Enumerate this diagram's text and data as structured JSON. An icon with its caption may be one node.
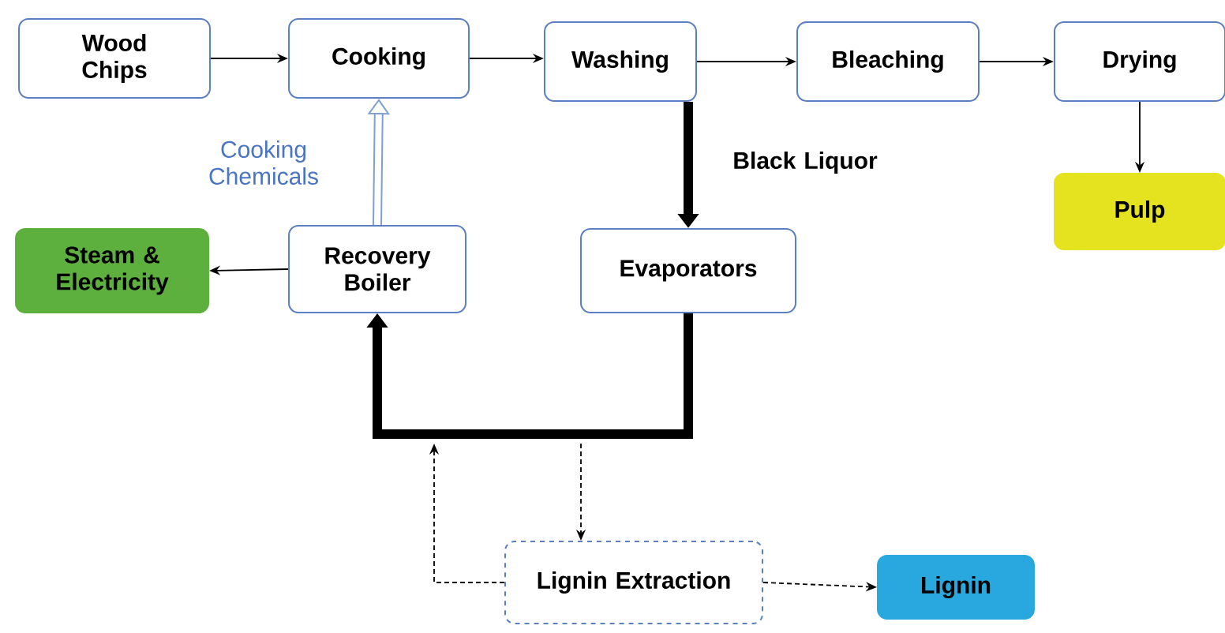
{
  "diagram": {
    "nodes": [
      {
        "text": [
          "Wood Chips"
        ]
      },
      {
        "text": [
          "Cooking"
        ]
      },
      {
        "text": [
          "Washing"
        ]
      },
      {
        "text": [
          "Bleaching"
        ]
      },
      {
        "text": [
          "Drying"
        ]
      },
      {
        "text": [
          "Pulp"
        ]
      },
      {
        "text": [
          "Steam & Electricity"
        ]
      },
      {
        "text": [
          "Recovery Boiler"
        ]
      },
      {
        "text": [
          "Evaporators"
        ]
      },
      {
        "text": [
          "Lignin Extraction"
        ]
      },
      {
        "text": [
          "Lignin"
        ]
      }
    ],
    "edges": [
      {
        "from": 0,
        "to": 1,
        "arrow": "to"
      },
      {
        "from": 1,
        "to": 2,
        "arrow": "to"
      },
      {
        "from": 2,
        "to": 3,
        "arrow": "to"
      },
      {
        "from": 3,
        "to": 4,
        "arrow": "to"
      },
      {
        "from": 4,
        "to": 5,
        "arrow": "to"
      },
      {
        "from": 7,
        "to": 1,
        "arrow": "to",
        "label": "Cooking Chemicals",
        "style": "thick",
        "color": "#7f9fd0"
      },
      {
        "from": 2,
        "to": 8,
        "arrow": "to",
        "label": "Black Liquor",
        "style": "thick"
      },
      {
        "from": 8,
        "to": 7,
        "arrow": "to",
        "style": "thick"
      },
      {
        "from": 7,
        "to": 6,
        "arrow": "to"
      },
      {
        "from": 9,
        "to": null,
        "arrow": "to",
        "style": "dashed"
      },
      {
        "from": null,
        "to": 9,
        "arrow": "to",
        "style": "dashed"
      },
      {
        "from": 9,
        "to": 10,
        "arrow": "to",
        "style": "dashed"
      }
    ]
  }
}
